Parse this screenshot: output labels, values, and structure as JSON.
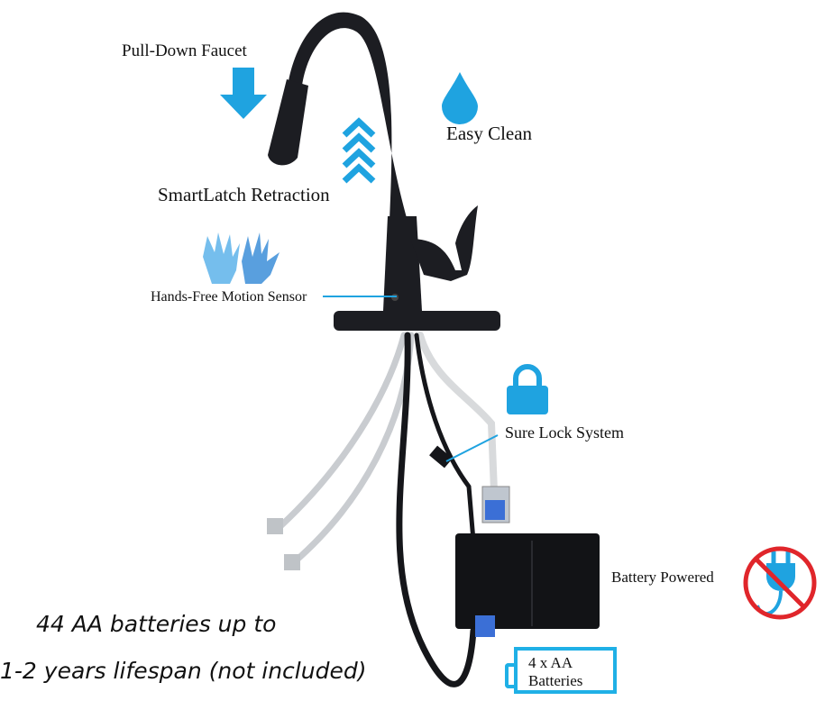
{
  "labels": {
    "pull_down": "Pull-Down Faucet",
    "smartlatch": "SmartLatch Retraction",
    "easy_clean": "Easy Clean",
    "sensor": "Hands-Free Motion Sensor",
    "sure_lock": "Sure Lock System",
    "battery_powered": "Battery Powered",
    "battery_box_line1": "4 x AA",
    "battery_box_line2": "Batteries"
  },
  "caption": {
    "line1": "44 AA batteries up to",
    "line2": "1-2 years lifespan (not included)"
  },
  "colors": {
    "accent": "#1fa3e0",
    "faucet": "#1c1d22",
    "no_sign": "#e0262b"
  }
}
